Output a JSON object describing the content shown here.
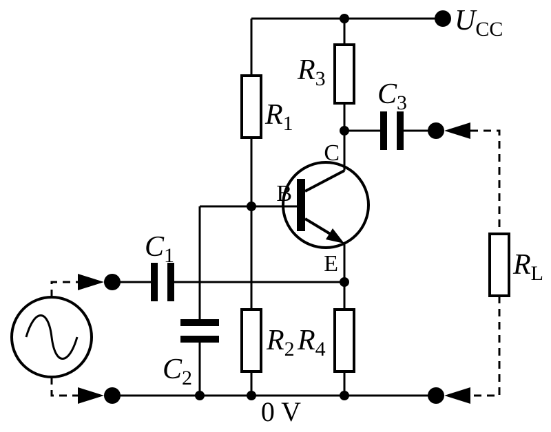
{
  "diagram_type": "common-base transistor amplifier circuit",
  "labels": {
    "supply": {
      "main": "U",
      "sub": "CC"
    },
    "r1": {
      "main": "R",
      "sub": "1"
    },
    "r2": {
      "main": "R",
      "sub": "2"
    },
    "r3": {
      "main": "R",
      "sub": "3"
    },
    "r4": {
      "main": "R",
      "sub": "4"
    },
    "rload": {
      "main": "R",
      "sub": "L"
    },
    "c1": {
      "main": "C",
      "sub": "1"
    },
    "c2": {
      "main": "C",
      "sub": "2"
    },
    "c3": {
      "main": "C",
      "sub": "3"
    },
    "transistor": {
      "base": "B",
      "collector": "C",
      "emitter": "E"
    },
    "ground_rail": "0 V"
  },
  "colors": {
    "line": "#000000",
    "background": "#ffffff",
    "component_fill": "#ffffff"
  }
}
